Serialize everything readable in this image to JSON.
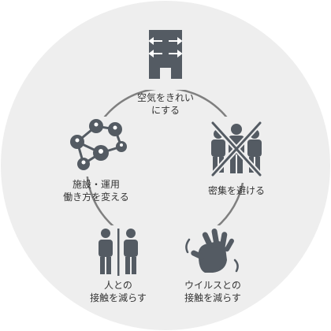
{
  "colors": {
    "background_circle": "#eeeeee",
    "ring": "#7f7f7f",
    "icon": "#545b63",
    "text": "#333333"
  },
  "nodes": [
    {
      "id": "clean-air",
      "label": "空気をきれい\nにする",
      "icon": "building-ventilation-icon"
    },
    {
      "id": "avoid-crowds",
      "label": "密集を避ける",
      "icon": "crowd-crossed-out-icon"
    },
    {
      "id": "reduce-virus-contact",
      "label": "ウイルスとの\n接触を減らす",
      "icon": "hand-wave-icon"
    },
    {
      "id": "reduce-person-contact",
      "label": "人との\n接触を減らす",
      "icon": "restroom-people-icon"
    },
    {
      "id": "change-facility-and-work",
      "label": "施設・運用\n働き方を変える",
      "icon": "network-people-icon"
    }
  ]
}
